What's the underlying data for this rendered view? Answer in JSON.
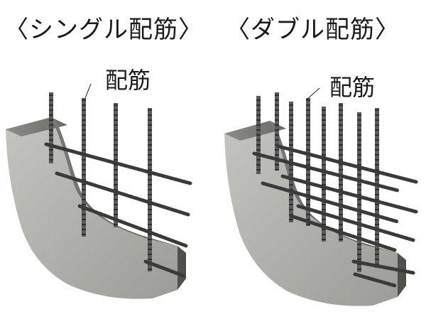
{
  "panels": [
    {
      "title": "〈シングル配筋〉",
      "label": "配筋"
    },
    {
      "title": "〈ダブル配筋〉",
      "label": "配筋"
    }
  ],
  "colors": {
    "concrete_light": "#b9b9b6",
    "concrete_mid": "#8f8f8c",
    "concrete_dark": "#5e5e5b",
    "rebar": "#5a5a5a",
    "rebar_dark": "#2e2e2e"
  }
}
